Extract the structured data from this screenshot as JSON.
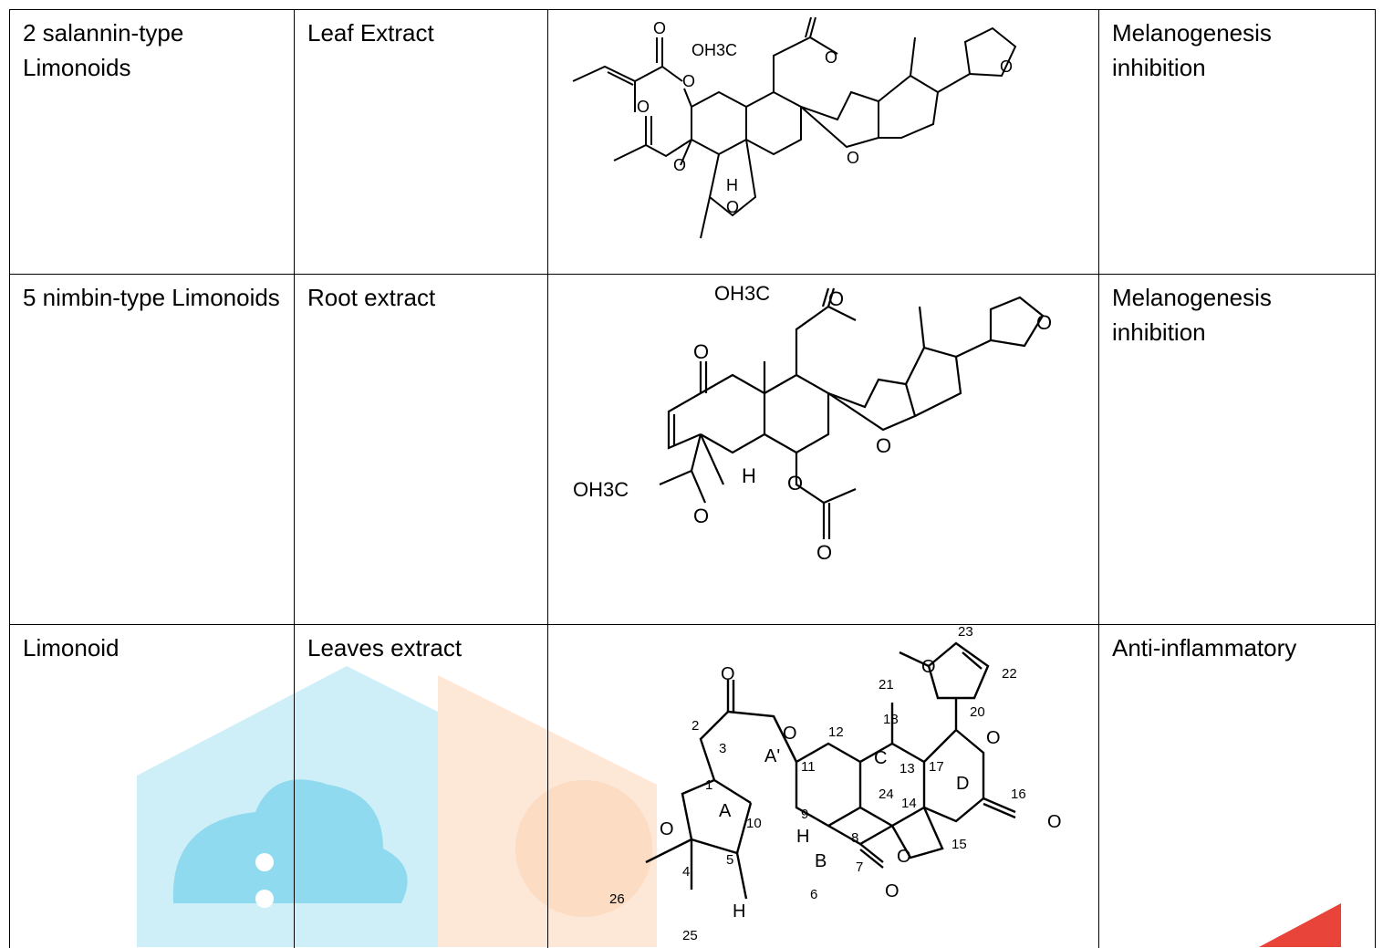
{
  "rows": [
    {
      "compound": "2 salannin-type Limonoids",
      "source": "Leaf Extract",
      "activity": "Melanogenesis inhibition",
      "labels": {
        "och3": "OH3C",
        "o": "O",
        "h": "H"
      }
    },
    {
      "compound": "5 nimbin-type Limonoids",
      "source": "Root extract",
      "activity": "Melanogenesis inhibition",
      "labels": {
        "och3_top": "OH3C",
        "och3_left": "OH3C",
        "o": "O",
        "h": "H"
      }
    },
    {
      "compound": "Limonoid",
      "source": "Leaves extract",
      "activity": "Anti-inflammatory",
      "labels": {
        "n1": "1",
        "n2": "2",
        "n3": "3",
        "n4": "4",
        "n5": "5",
        "n6": "6",
        "n7": "7",
        "n8": "8",
        "n9": "9",
        "n10": "10",
        "n11": "11",
        "n12": "12",
        "n13": "13",
        "n14": "14",
        "n15": "15",
        "n16": "16",
        "n17": "17",
        "n18": "18",
        "n20": "20",
        "n21": "21",
        "n22": "22",
        "n23": "23",
        "n24": "24",
        "n25": "25",
        "n26": "26",
        "ringA": "A",
        "ringAprime": "A'",
        "ringB": "B",
        "ringC": "C",
        "ringD": "D",
        "o": "O",
        "h": "H"
      }
    }
  ],
  "colors": {
    "watermark_blue": "#4fc8e6",
    "watermark_orange": "#f7b98a",
    "watermark_red": "#e8443a"
  }
}
